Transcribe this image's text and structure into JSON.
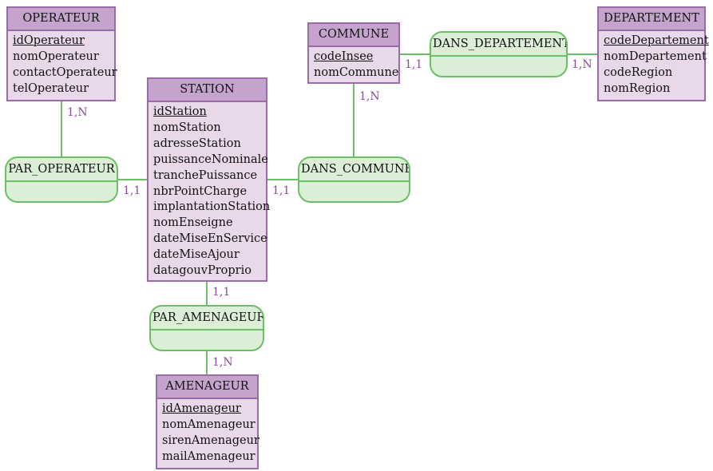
{
  "entities": {
    "operateur": {
      "title": "OPERATEUR",
      "attributes": [
        {
          "name": "idOperateur",
          "key": true
        },
        {
          "name": "nomOperateur",
          "key": false
        },
        {
          "name": "contactOperateur",
          "key": false
        },
        {
          "name": "telOperateur",
          "key": false
        }
      ]
    },
    "station": {
      "title": "STATION",
      "attributes": [
        {
          "name": "idStation",
          "key": true
        },
        {
          "name": "nomStation",
          "key": false
        },
        {
          "name": "adresseStation",
          "key": false
        },
        {
          "name": "puissanceNominale",
          "key": false
        },
        {
          "name": "tranchePuissance",
          "key": false
        },
        {
          "name": "nbrPointCharge",
          "key": false
        },
        {
          "name": "implantationStation",
          "key": false
        },
        {
          "name": "nomEnseigne",
          "key": false
        },
        {
          "name": "dateMiseEnService",
          "key": false
        },
        {
          "name": "dateMiseAjour",
          "key": false
        },
        {
          "name": "datagouvProprio",
          "key": false
        }
      ]
    },
    "commune": {
      "title": "COMMUNE",
      "attributes": [
        {
          "name": "codeInsee",
          "key": true
        },
        {
          "name": "nomCommune",
          "key": false
        }
      ]
    },
    "departement": {
      "title": "DEPARTEMENT",
      "attributes": [
        {
          "name": "codeDepartement",
          "key": true
        },
        {
          "name": "nomDepartement",
          "key": false
        },
        {
          "name": "codeRegion",
          "key": false
        },
        {
          "name": "nomRegion",
          "key": false
        }
      ]
    },
    "amenageur": {
      "title": "AMENAGEUR",
      "attributes": [
        {
          "name": "idAmenageur",
          "key": true
        },
        {
          "name": "nomAmenageur",
          "key": false
        },
        {
          "name": "sirenAmenageur",
          "key": false
        },
        {
          "name": "mailAmenageur",
          "key": false
        }
      ]
    }
  },
  "associations": {
    "par_operateur": "PAR_OPERATEUR",
    "dans_commune": "DANS_COMMUNE",
    "dans_departement": "DANS_DEPARTEMENT",
    "par_amenageur": "PAR_AMENAGEUR"
  },
  "cardinalities": {
    "operateur_par_operateur": "1,N",
    "station_par_operateur": "1,1",
    "station_dans_commune": "1,1",
    "commune_dans_commune": "1,N",
    "commune_dans_departement": "1,1",
    "departement_dans_departement": "1,N",
    "station_par_amenageur": "1,1",
    "amenageur_par_amenageur": "1,N"
  },
  "colors": {
    "entity_fill": "#e9d7ea",
    "entity_header": "#c4a3cd",
    "entity_border": "#9b6aa9",
    "assoc_fill": "#dbefd6",
    "assoc_border": "#6cbf66",
    "cardinality_text": "#8a4b98"
  }
}
